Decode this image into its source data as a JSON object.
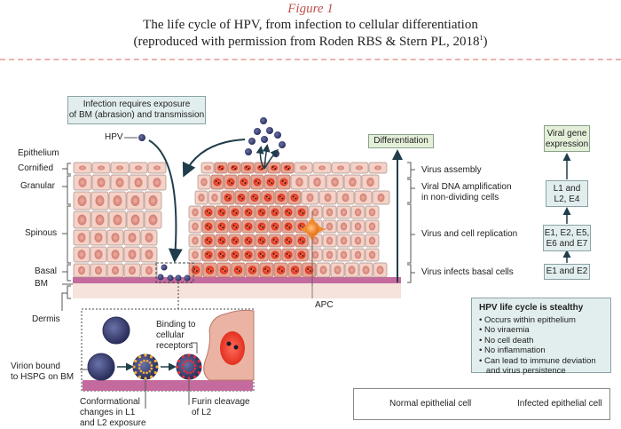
{
  "header": {
    "figure_label": "Figure 1",
    "title_line1": "The life cycle of HPV, from infection to cellular differentiation",
    "title_line2": "(reproduced with permission from Roden RBS & Stern PL, 2018",
    "title_superscript": "1",
    "title_close": ")"
  },
  "infection_box": {
    "line1": "Infection requires exposure",
    "line2": "of BM (abrasion) and transmission"
  },
  "hpv_label": "HPV",
  "layers": {
    "epithelium": "Epithelium",
    "cornified": "Cornified",
    "granular": "Granular",
    "spinous": "Spinous",
    "basal": "Basal",
    "bm": "BM",
    "dermis": "Dermis"
  },
  "apc_label": "APC",
  "differentiation": {
    "label": "Differentiation",
    "stages": [
      {
        "line1": "Virus assembly",
        "line2": ""
      },
      {
        "line1": "Viral DNA amplification",
        "line2": "in non-dividing cells"
      },
      {
        "line1": "Virus and cell replication",
        "line2": ""
      },
      {
        "line1": "Virus infects basal cells",
        "line2": ""
      }
    ]
  },
  "gene_expression": {
    "title_line1": "Viral gene",
    "title_line2": "expression",
    "steps": [
      {
        "line1": "L1 and",
        "line2": "L2, E4"
      },
      {
        "line1": "E1, E2, E5,",
        "line2": "E6 and E7"
      },
      {
        "line1": "E1 and E2",
        "line2": ""
      }
    ]
  },
  "inset": {
    "virion_bound": {
      "line1": "Virion bound",
      "line2": "to HSPG on BM"
    },
    "binding": {
      "line1": "Binding to",
      "line2": "cellular",
      "line3": "receptors"
    },
    "conformational": {
      "line1": "Conformational",
      "line2": "changes in L1",
      "line3": "and L2 exposure"
    },
    "furin": {
      "line1": "Furin cleavage",
      "line2": "of L2"
    }
  },
  "stealth_box": {
    "title": "HPV life cycle is stealthy",
    "bullets": [
      "• Occurs within epithelium",
      "• No viraemia",
      "• No cell death",
      "• No inflammation",
      "• Can lead to immune deviation",
      "   and virus persistence"
    ]
  },
  "legend": {
    "normal": "Normal epithelial cell",
    "infected": "Infected epithelial cell"
  },
  "colors": {
    "accent_red": "#c0504d",
    "cell_fill": "#f5d2c8",
    "infected_fill": "#e8a493",
    "nucleus": "#d98a7e",
    "infected_nucleus": "#e4432a",
    "virion": "#3a3f6e",
    "membrane": "#c56a9e",
    "dermis": "#f5e3dc",
    "apc": "#f08a2a",
    "arrow": "#1f3d4a"
  }
}
